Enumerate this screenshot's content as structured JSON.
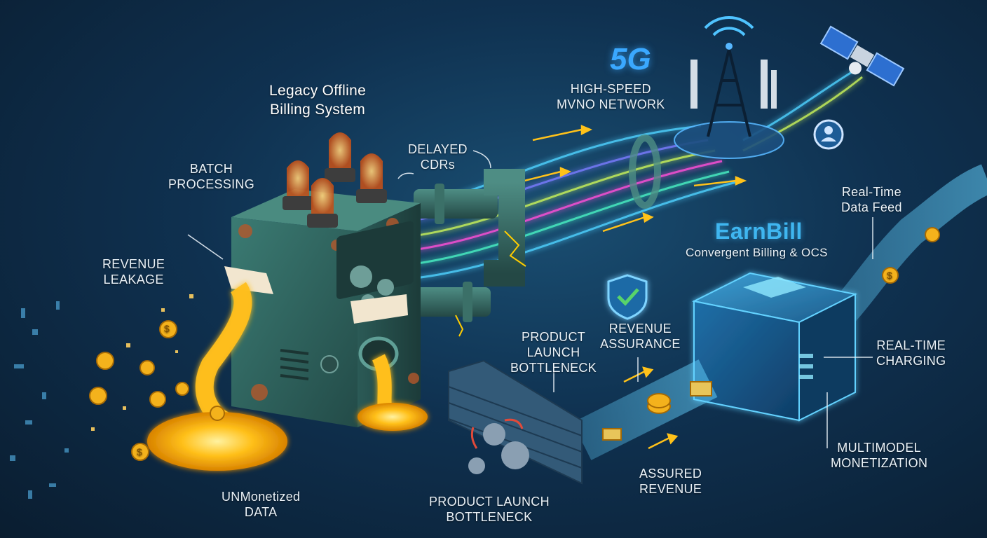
{
  "labels": {
    "legacy_title_1": "Legacy Offline",
    "legacy_title_2": "Billing System",
    "batch_1": "BATCH",
    "batch_2": "PROCESSING",
    "leak_1": "REVENUE",
    "leak_2": "LEAKAGE",
    "delayed_1": "DELAYED",
    "delayed_2": "CDRs",
    "network_1": "HIGH-SPEED",
    "network_2": "MVNO NETWORK",
    "fiveg": "5G",
    "realtime_feed_1": "Real-Time",
    "realtime_feed_2": "Data Feed",
    "brand": "EarnBill",
    "brand_sub": "Convergent Billing & OCS",
    "assurance_1": "REVENUE",
    "assurance_2": "ASSURANCE",
    "launch_top_1": "PRODUCT",
    "launch_top_2": "LAUNCH",
    "launch_top_3": "BOTTLENECK",
    "launch_bottom_1": "PRODUCT LAUNCH",
    "launch_bottom_2": "BOTTLENECK",
    "charging_1": "REAL-TIME",
    "charging_2": "CHARGING",
    "multimodel_1": "MULTIMODEL",
    "multimodel_2": "MONETIZATION",
    "assured_1": "ASSURED",
    "assured_2": "REVENUE",
    "unmonetized_1": "UNMonetized",
    "unmonetized_2": "DATA",
    "coin_symbol": "$"
  },
  "colors": {
    "background": "#0f3150",
    "accent_blue": "#3fb6f0",
    "legacy_teal": "#2f6a64",
    "rust": "#b4572a",
    "gold": "#ffb000",
    "data_stream": [
      "#4fd2ff",
      "#7a7bff",
      "#c9f25a",
      "#ff4fd8",
      "#49f0c3"
    ],
    "shield_green": "#59d36b"
  },
  "icons": [
    "satellite-icon",
    "cell-tower-icon",
    "user-icon",
    "shield-check-icon",
    "gear-icon",
    "coin-icon",
    "vacuum-tube-icon",
    "brick-wall-icon"
  ]
}
